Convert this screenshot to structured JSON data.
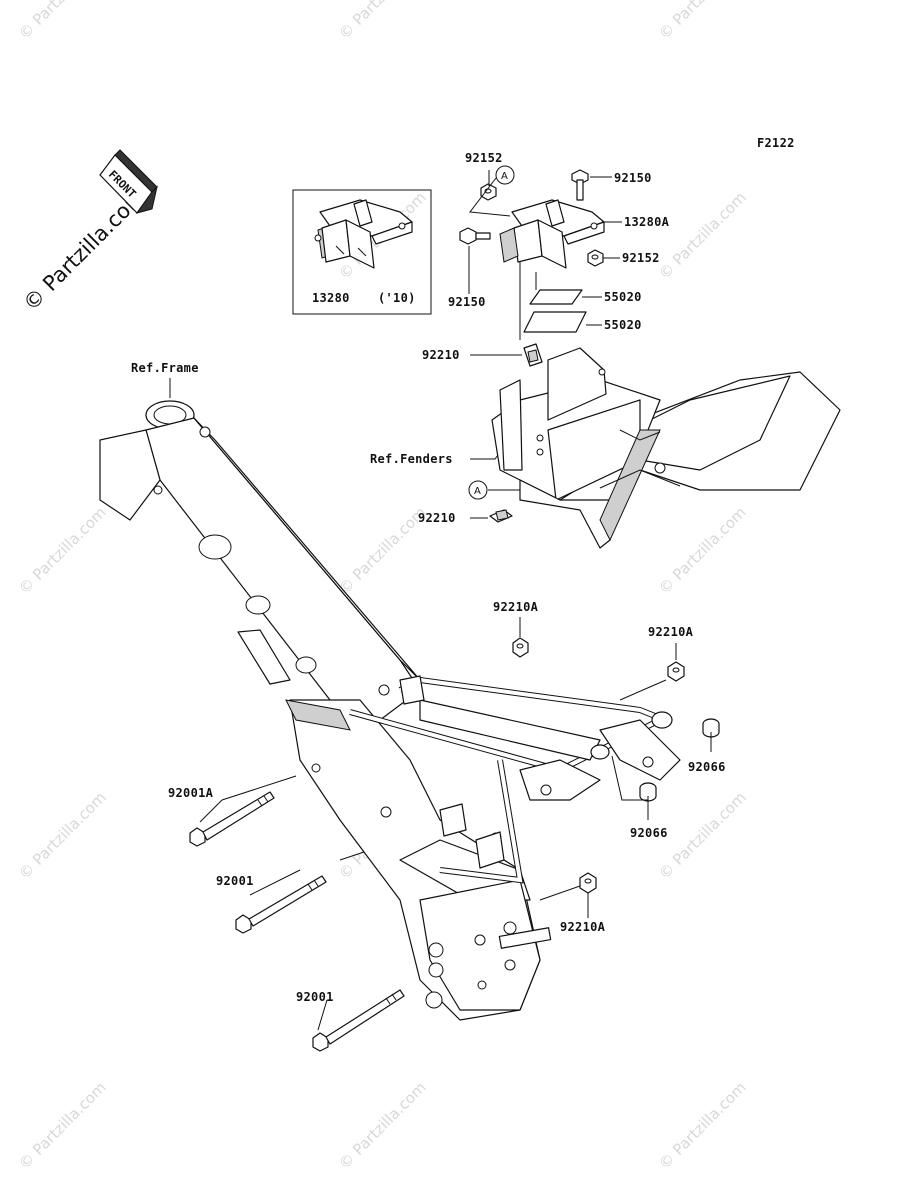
{
  "figure_code": "F2122",
  "watermark": "© Partzilla.com",
  "front_label": "FRONT",
  "callout_marker": "A",
  "inset": {
    "part": "13280",
    "note": "('10)"
  },
  "labels": {
    "p92152_top": "92152",
    "p92150_top": "92150",
    "p13280A": "13280A",
    "p92152_mid": "92152",
    "p92150_left": "92150",
    "p55020_a": "55020",
    "p55020_b": "55020",
    "p92210_a": "92210",
    "ref_frame": "Ref.Frame",
    "ref_fenders": "Ref.Fenders",
    "p92210_b": "92210",
    "p92210A_a": "92210A",
    "p92210A_b": "92210A",
    "p92066_a": "92066",
    "p92066_b": "92066",
    "p92001A": "92001A",
    "p92001_a": "92001",
    "p92001_b": "92001",
    "p92210A_c": "92210A"
  }
}
